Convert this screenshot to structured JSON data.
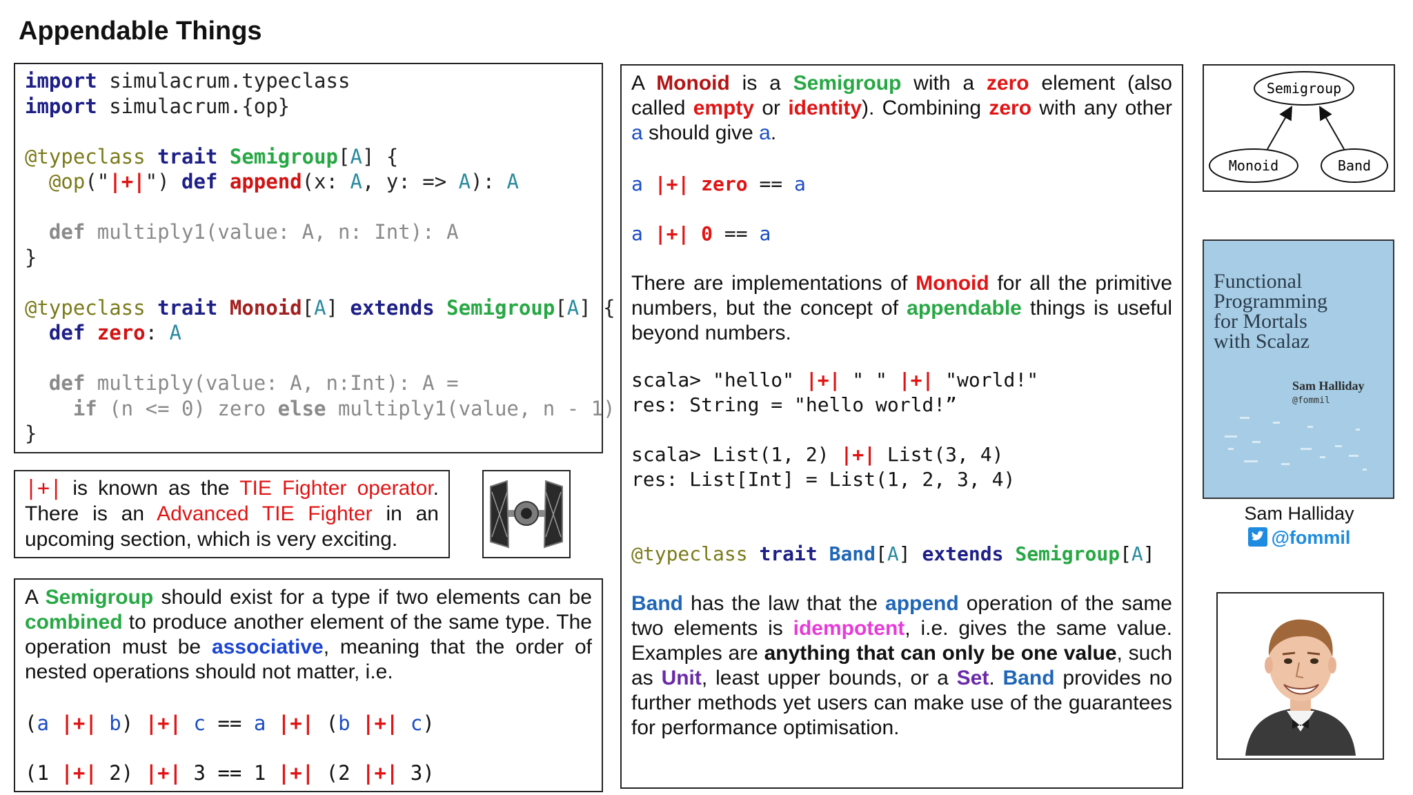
{
  "title": "Appendable Things",
  "code": {
    "import_kw": "import",
    "import1": " simulacrum.typeclass",
    "import2": " simulacrum.{op}",
    "typeclass_ann": "@typeclass",
    "trait_kw": "trait",
    "semigroup": "Semigroup",
    "typeparam_a": "A",
    "op_ann": "@op",
    "op_sym": "|+|",
    "def_kw": "def",
    "append": "append",
    "multiply1_line": "multiply1(value: A, n: Int): A",
    "monoid": "Monoid",
    "extends_kw": "extends",
    "zero": "zero",
    "multiply_line": "multiply(value: A, n:Int): A =",
    "if_kw": "if",
    "if_cond": " (n <= 0) zero ",
    "else_kw": "else",
    "else_rest": " multiply1(value, n - 1)"
  },
  "tie": {
    "op": "|+|",
    "t1": " is known as the ",
    "tie_name": "TIE Fighter operator",
    "t2": ". There is an ",
    "adv_name": "Advanced TIE Fighter",
    "t3": " in an upcoming section, which is very exciting."
  },
  "semigroup_text": {
    "t1": "A ",
    "semigroup": "Semigroup",
    "t2": " should exist for a type if two elements can be ",
    "combined": "combined",
    "t3": " to produce another element of the same type. The operation must be ",
    "associative": "associative",
    "t4": ", meaning that the order of nested operations should not matter, i.e.",
    "law1_a": "a",
    "law1_b": "b",
    "law1_c": "c",
    "law2": [
      "1",
      "2",
      "3"
    ]
  },
  "monoid_text": {
    "t1": "A ",
    "monoid": "Monoid",
    "t2": " is a ",
    "semigroup": "Semigroup",
    "t3": " with a ",
    "zero": "zero",
    "t4": " element (also called ",
    "empty": "empty",
    "t5": " or ",
    "identity": "identity",
    "t6": "). Combining ",
    "t7": " with any other ",
    "a": "a",
    "t8": " should give ",
    "t9": ".",
    "impl1": "There are implementations of ",
    "impl2": " for all the primitive numbers, but the concept of ",
    "appendable": "appendable",
    "impl3": " things is useful beyond numbers."
  },
  "repl": {
    "prompt": "scala>",
    "hello": " \"hello\" ",
    "space": " \" \" ",
    "world": " \"world!\"",
    "res1": "res: String = \"hello world!”",
    "list1": " List(1, 2) ",
    "list2": " List(3, 4)",
    "res2": "res: List[Int] = List(1, 2, 3, 4)"
  },
  "band": {
    "band": "Band",
    "semigroup": "Semigroup",
    "b1": " has the law that the ",
    "append": "append",
    "b2": " operation of the same two elements is ",
    "idempotent": "idempotent",
    "b3": ", i.e. gives the same value. Examples are ",
    "only_one": "anything that can only be one value",
    "b4": ", such as ",
    "unit": "Unit",
    "b5": ", least upper bounds, or a ",
    "set": "Set",
    "b6": ". ",
    "b7": " provides no further methods yet users can make use of the guarantees for performance optimisation."
  },
  "diagram": {
    "top": "Semigroup",
    "left": "Monoid",
    "right": "Band"
  },
  "book": {
    "title_lines": [
      "Functional",
      "Programming",
      "for Mortals",
      "with Scalaz"
    ],
    "author": "Sam Halliday",
    "handle": "@fommil"
  },
  "author_name": "Sam Halliday",
  "twitter_handle": "@fommil"
}
